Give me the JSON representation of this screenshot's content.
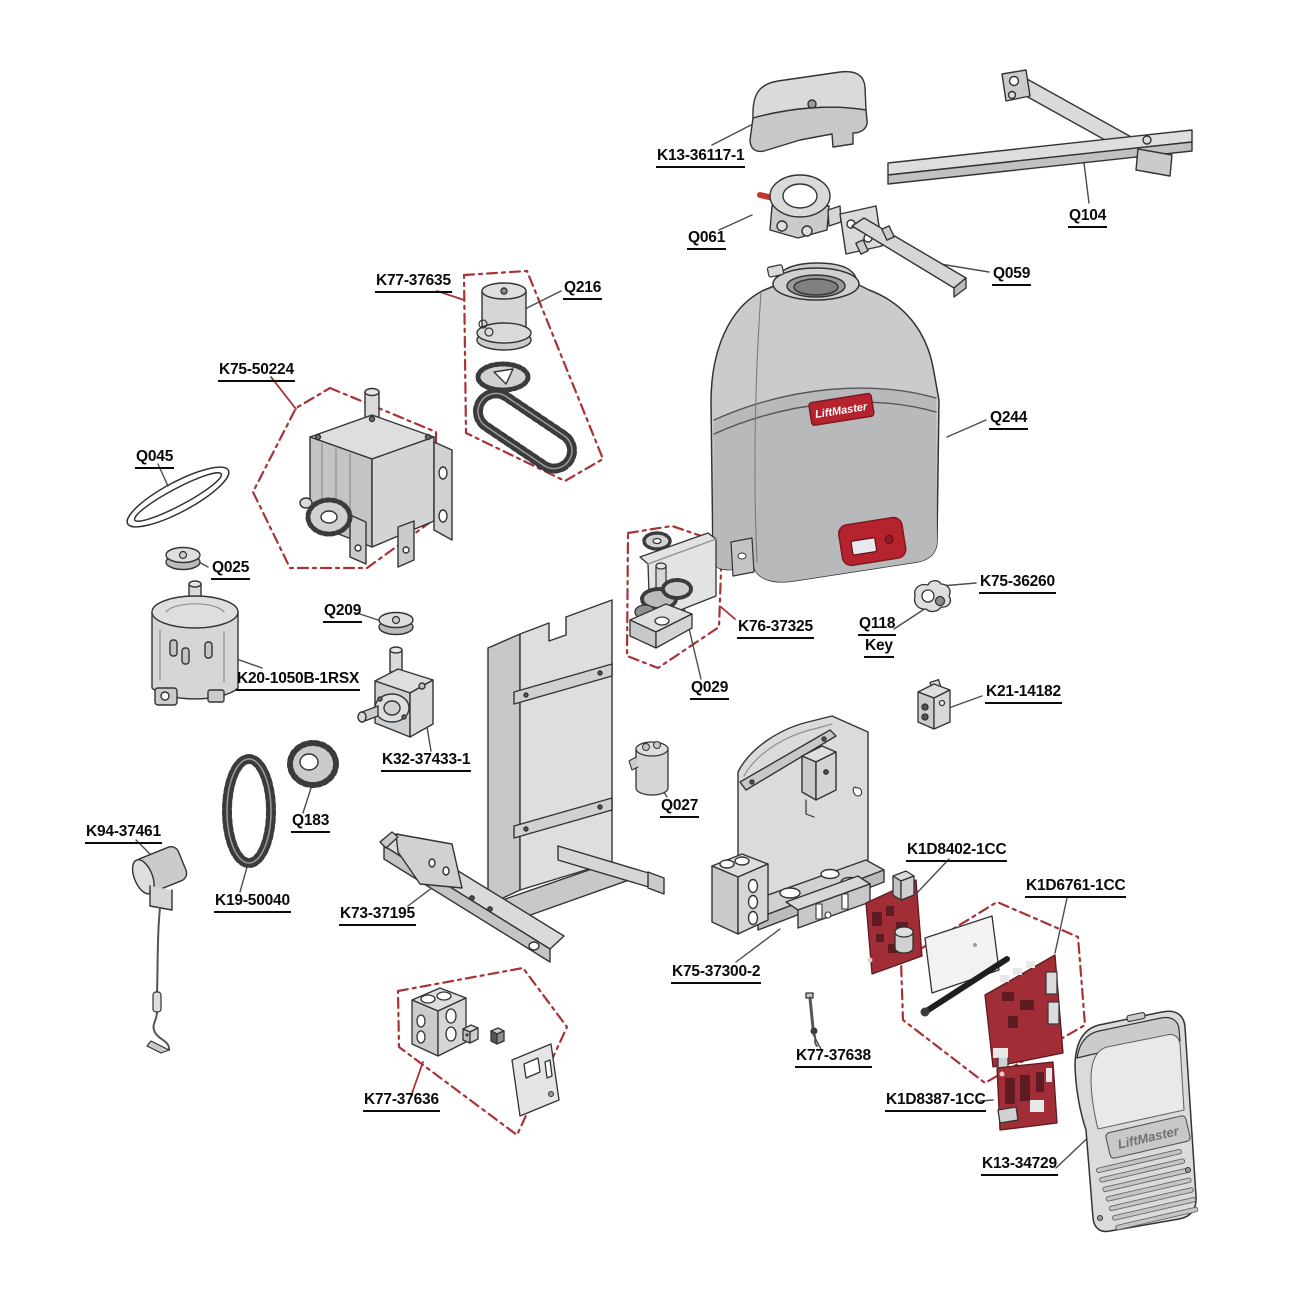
{
  "diagram": {
    "brand": {
      "badge_text": "LiftMaster",
      "panel_text": "LiftMaster"
    },
    "accent_colors": {
      "dashed_box_red": "#a83236",
      "board_red": "#a12d36",
      "badge_red": "#b5232f",
      "pin_red": "#c4372f"
    },
    "labels": [
      {
        "id": "k13-36117-1",
        "text": "K13-36117-1"
      },
      {
        "id": "q104",
        "text": "Q104"
      },
      {
        "id": "q061",
        "text": "Q061"
      },
      {
        "id": "q059",
        "text": "Q059"
      },
      {
        "id": "k77-37635",
        "text": "K77-37635"
      },
      {
        "id": "q216",
        "text": "Q216"
      },
      {
        "id": "k75-50224",
        "text": "K75-50224"
      },
      {
        "id": "q045",
        "text": "Q045"
      },
      {
        "id": "q025",
        "text": "Q025"
      },
      {
        "id": "q209",
        "text": "Q209"
      },
      {
        "id": "k20-1050b-1rsx",
        "text": "K20-1050B-1RSX"
      },
      {
        "id": "k32-37433-1",
        "text": "K32-37433-1"
      },
      {
        "id": "q183",
        "text": "Q183"
      },
      {
        "id": "k19-50040",
        "text": "K19-50040"
      },
      {
        "id": "k94-37461",
        "text": "K94-37461"
      },
      {
        "id": "k73-37195",
        "text": "K73-37195"
      },
      {
        "id": "q244",
        "text": "Q244"
      },
      {
        "id": "k75-36260",
        "text": "K75-36260"
      },
      {
        "id": "q118",
        "text": "Q118"
      },
      {
        "id": "q118-key",
        "text": "Key"
      },
      {
        "id": "k76-37325",
        "text": "K76-37325"
      },
      {
        "id": "q029",
        "text": "Q029"
      },
      {
        "id": "k21-14182",
        "text": "K21-14182"
      },
      {
        "id": "q027",
        "text": "Q027"
      },
      {
        "id": "k75-37300-2",
        "text": "K75-37300-2"
      },
      {
        "id": "k1d8402-1cc",
        "text": "K1D8402-1CC"
      },
      {
        "id": "k1d6761-1cc",
        "text": "K1D6761-1CC"
      },
      {
        "id": "k77-37638",
        "text": "K77-37638"
      },
      {
        "id": "k1d8387-1cc",
        "text": "K1D8387-1CC"
      },
      {
        "id": "k13-34729",
        "text": "K13-34729"
      },
      {
        "id": "k77-37636",
        "text": "K77-37636"
      }
    ]
  }
}
